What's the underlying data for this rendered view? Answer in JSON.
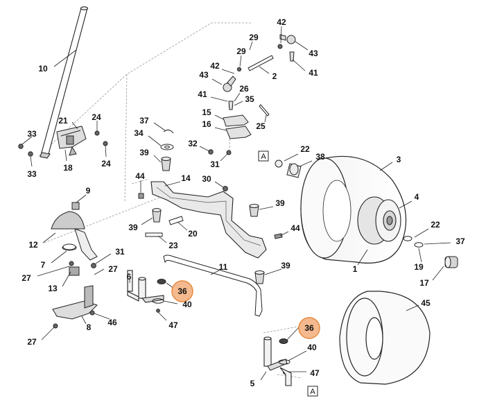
{
  "diagram": {
    "highlight_color": "#f4b98e",
    "highlight_stroke": "#e8893c",
    "line_color": "#222222",
    "dash_color": "#999999",
    "callouts": [
      {
        "id": "c10",
        "label": "10"
      },
      {
        "id": "c21",
        "label": "21"
      },
      {
        "id": "c24a",
        "label": "24"
      },
      {
        "id": "c33a",
        "label": "33"
      },
      {
        "id": "c33b",
        "label": "33"
      },
      {
        "id": "c18",
        "label": "18"
      },
      {
        "id": "c24b",
        "label": "24"
      },
      {
        "id": "c9",
        "label": "9"
      },
      {
        "id": "c12",
        "label": "12"
      },
      {
        "id": "c7",
        "label": "7"
      },
      {
        "id": "c31a",
        "label": "31"
      },
      {
        "id": "c27a",
        "label": "27"
      },
      {
        "id": "c27b",
        "label": "27"
      },
      {
        "id": "c13",
        "label": "13"
      },
      {
        "id": "c8",
        "label": "8"
      },
      {
        "id": "c46",
        "label": "46"
      },
      {
        "id": "c27c",
        "label": "27"
      },
      {
        "id": "c37a",
        "label": "37"
      },
      {
        "id": "c34",
        "label": "34"
      },
      {
        "id": "c39a",
        "label": "39"
      },
      {
        "id": "c44a",
        "label": "44"
      },
      {
        "id": "c14",
        "label": "14"
      },
      {
        "id": "c30",
        "label": "30"
      },
      {
        "id": "c32",
        "label": "32"
      },
      {
        "id": "c31b",
        "label": "31"
      },
      {
        "id": "c39b",
        "label": "39"
      },
      {
        "id": "c20",
        "label": "20"
      },
      {
        "id": "c23",
        "label": "23"
      },
      {
        "id": "c6",
        "label": "6"
      },
      {
        "id": "c11",
        "label": "11"
      },
      {
        "id": "c39c",
        "label": "39"
      },
      {
        "id": "c39d",
        "label": "39"
      },
      {
        "id": "c40a",
        "label": "40"
      },
      {
        "id": "c47a",
        "label": "47"
      },
      {
        "id": "c42a",
        "label": "42"
      },
      {
        "id": "c29a",
        "label": "29"
      },
      {
        "id": "c43a",
        "label": "43"
      },
      {
        "id": "c41a",
        "label": "41"
      },
      {
        "id": "c29b",
        "label": "29"
      },
      {
        "id": "c2",
        "label": "2"
      },
      {
        "id": "c42b",
        "label": "42"
      },
      {
        "id": "c43b",
        "label": "43"
      },
      {
        "id": "c41b",
        "label": "41"
      },
      {
        "id": "c26",
        "label": "26"
      },
      {
        "id": "c35",
        "label": "35"
      },
      {
        "id": "c15",
        "label": "15"
      },
      {
        "id": "c25",
        "label": "25"
      },
      {
        "id": "c16",
        "label": "16"
      },
      {
        "id": "c22a",
        "label": "22"
      },
      {
        "id": "c38",
        "label": "38"
      },
      {
        "id": "c3",
        "label": "3"
      },
      {
        "id": "c4",
        "label": "4"
      },
      {
        "id": "c44b",
        "label": "44"
      },
      {
        "id": "c22b",
        "label": "22"
      },
      {
        "id": "c37b",
        "label": "37"
      },
      {
        "id": "c1",
        "label": "1"
      },
      {
        "id": "c19",
        "label": "19"
      },
      {
        "id": "c17",
        "label": "17"
      },
      {
        "id": "c45",
        "label": "45"
      },
      {
        "id": "c40b",
        "label": "40"
      },
      {
        "id": "c47b",
        "label": "47"
      },
      {
        "id": "c5",
        "label": "5"
      }
    ],
    "highlighted": [
      {
        "id": "h36a",
        "label": "36"
      },
      {
        "id": "h36b",
        "label": "36"
      }
    ],
    "boxed": [
      {
        "id": "bA1",
        "label": "A"
      },
      {
        "id": "bA2",
        "label": "A"
      }
    ]
  }
}
